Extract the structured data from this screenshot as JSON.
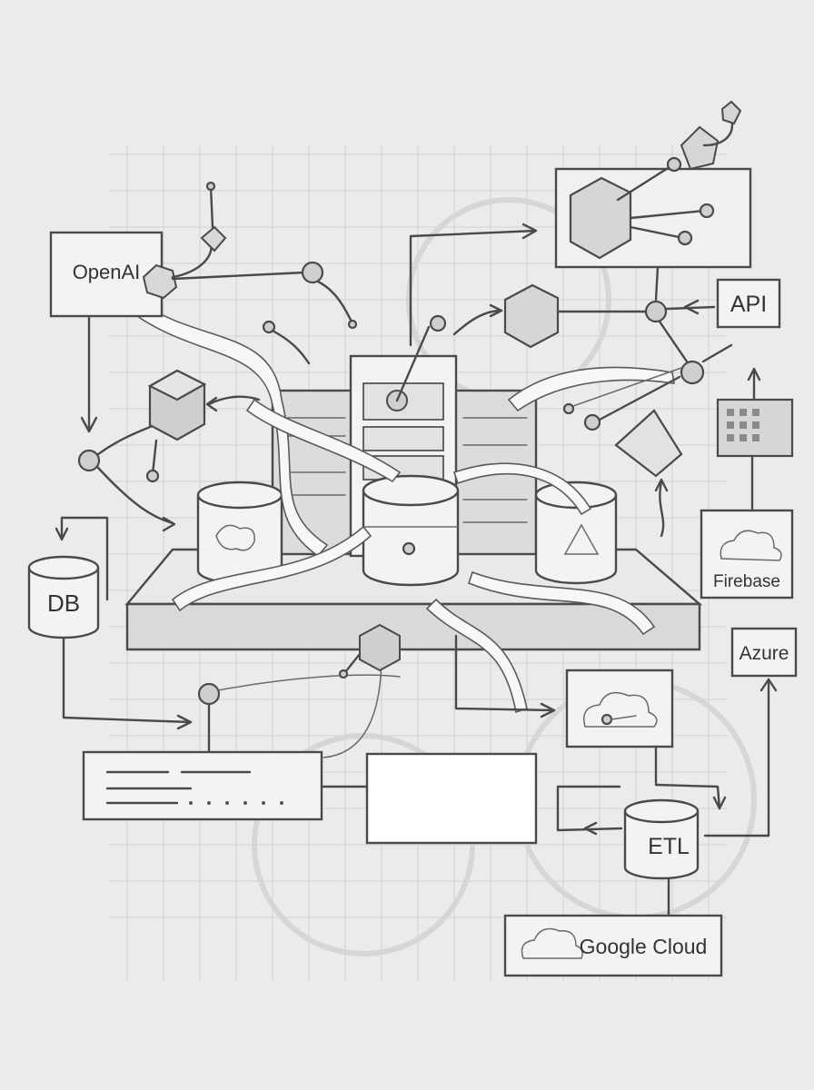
{
  "diagram": {
    "labels": {
      "openai": "OpenAI",
      "api": "API",
      "db": "DB",
      "firebase": "Firebase",
      "azure": "Azure",
      "etl": "ETL",
      "google_cloud": "Google Cloud"
    }
  }
}
